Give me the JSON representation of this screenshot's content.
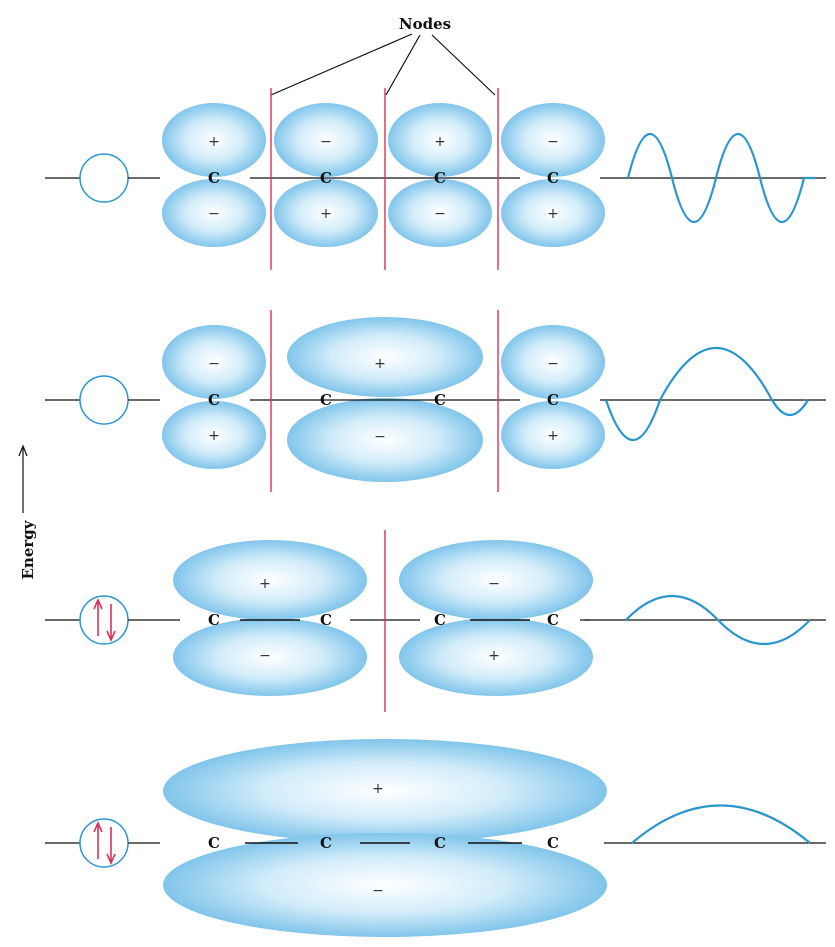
{
  "title": "Nodes",
  "axis_label": "Energy",
  "atom_label": "C",
  "plus": "+",
  "minus": "−",
  "colors": {
    "lobe_light": "#ffffff",
    "lobe_dark": "#5eb4e4",
    "node_line": "#d8325a",
    "wave": "#2a96cf",
    "electron": "#d8325a",
    "line": "#111111"
  },
  "levels": [
    {
      "id": "psi4",
      "occupied": false,
      "nodes": 3,
      "top_signs": [
        "+",
        "−",
        "+",
        "−"
      ],
      "bottom_signs": [
        "−",
        "+",
        "−",
        "+"
      ]
    },
    {
      "id": "psi3",
      "occupied": false,
      "nodes": 2,
      "top_signs": [
        "−",
        "+",
        "−"
      ],
      "bottom_signs": [
        "+",
        "−",
        "+"
      ]
    },
    {
      "id": "psi2",
      "occupied": true,
      "nodes": 1,
      "top_signs": [
        "+",
        "−"
      ],
      "bottom_signs": [
        "−",
        "+"
      ]
    },
    {
      "id": "psi1",
      "occupied": true,
      "nodes": 0,
      "top_signs": [
        "+"
      ],
      "bottom_signs": [
        "−"
      ]
    }
  ]
}
